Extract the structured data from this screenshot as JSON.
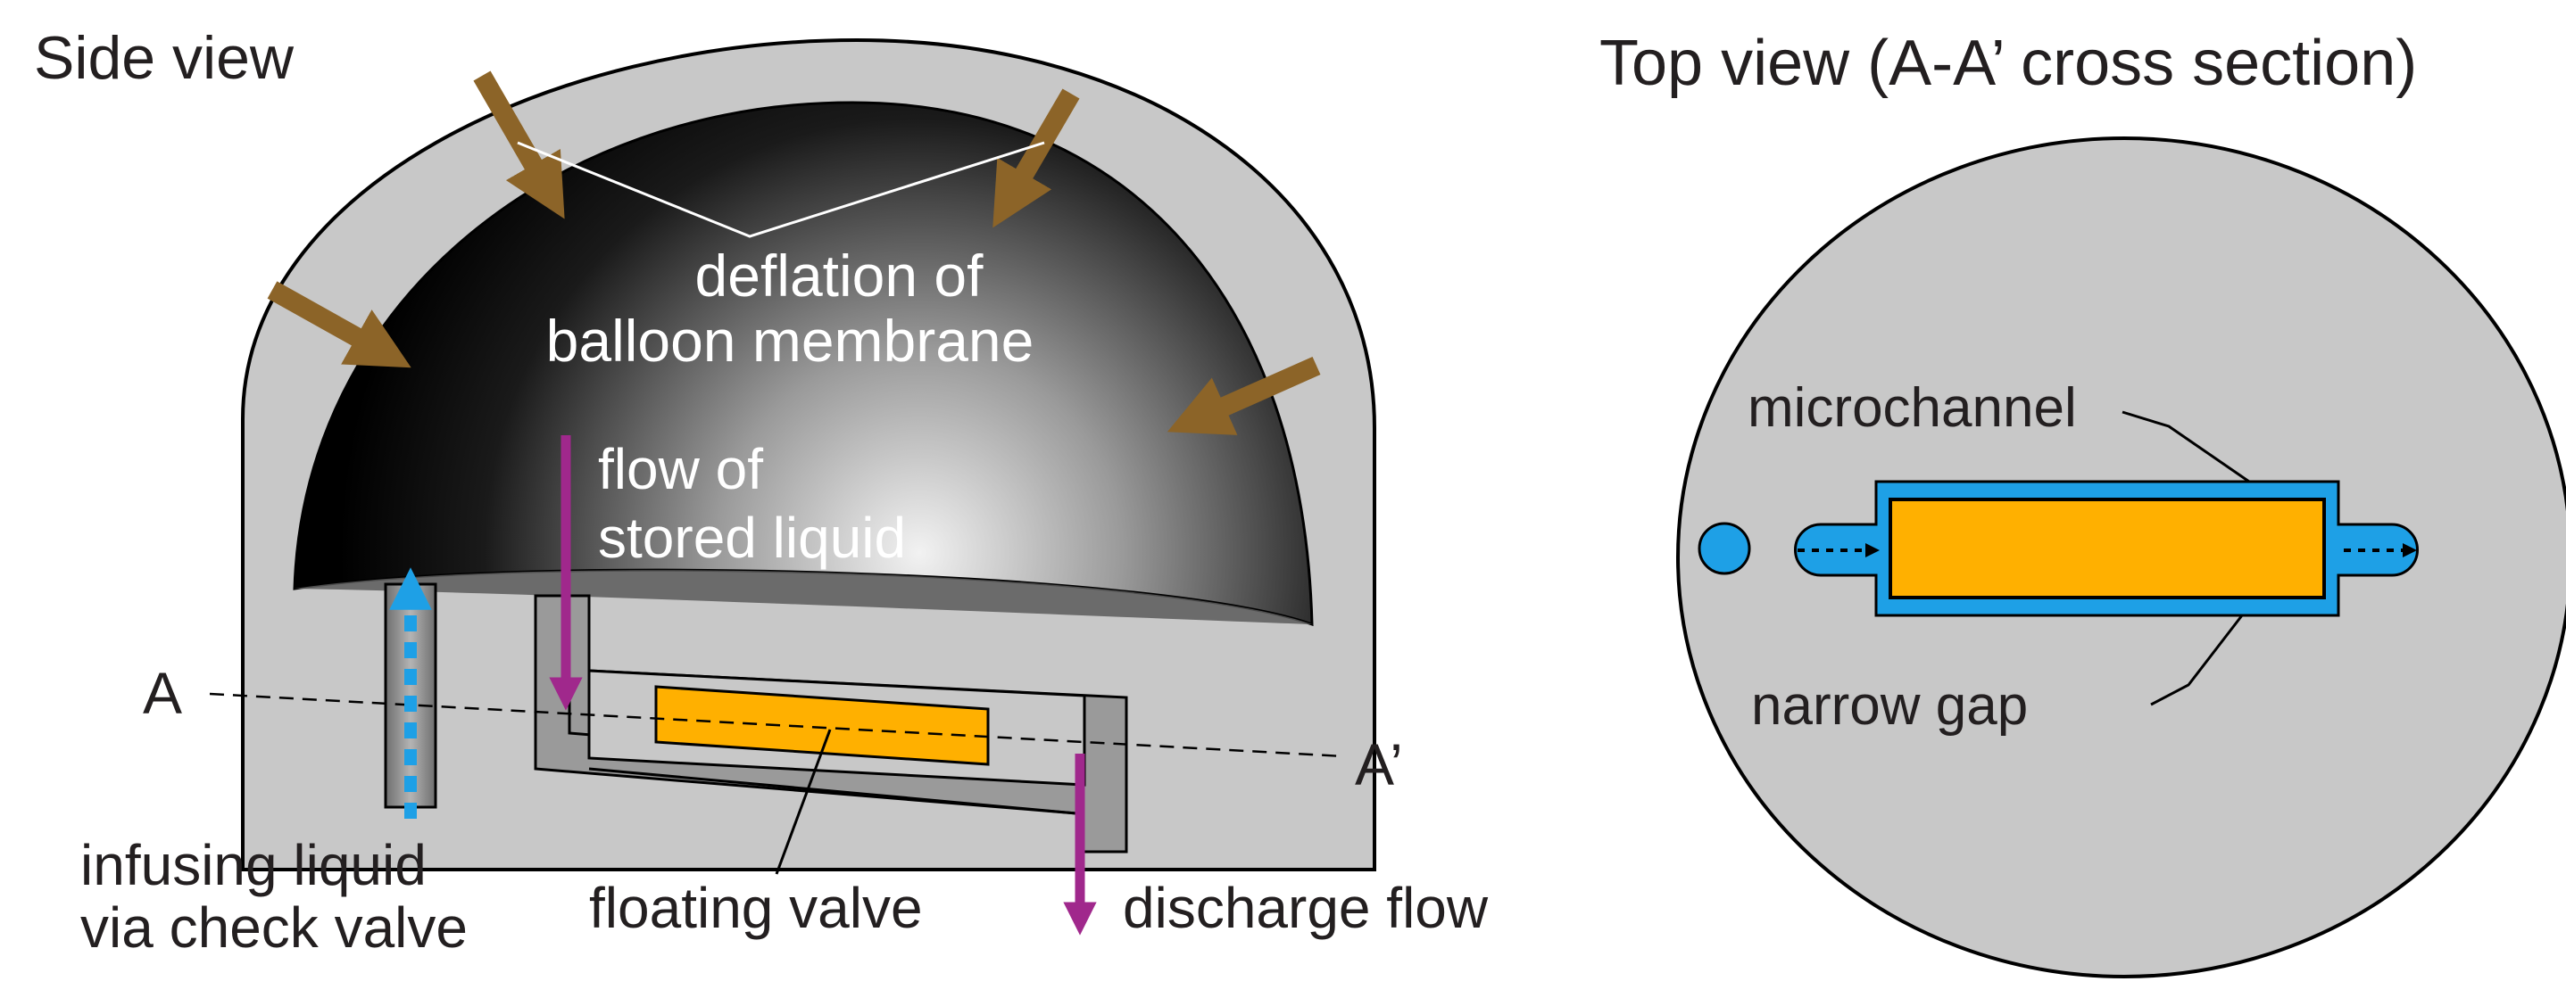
{
  "side_view": {
    "title": "Side view",
    "deflation_label": [
      "deflation of",
      "balloon membrane"
    ],
    "flow_label": [
      "flow of",
      "stored liquid"
    ],
    "section_left": "A",
    "section_right": "A’",
    "infusing_label": [
      "infusing liquid",
      "via check valve"
    ],
    "floating_valve_label": "floating valve",
    "discharge_label": "discharge flow"
  },
  "top_view": {
    "title": "Top view (A-A’ cross section)",
    "microchannel_label": "microchannel",
    "narrow_gap_label": "narrow gap"
  },
  "colors": {
    "housing": "#c8c8c8",
    "wall_shadow": "#8c8c8c",
    "valve": "#ffb000",
    "channel": "#1ea0e6",
    "stored_flow_arrow": "#a0288c",
    "membrane_arrow": "#8c6428",
    "cavity_dark": "#000000"
  }
}
